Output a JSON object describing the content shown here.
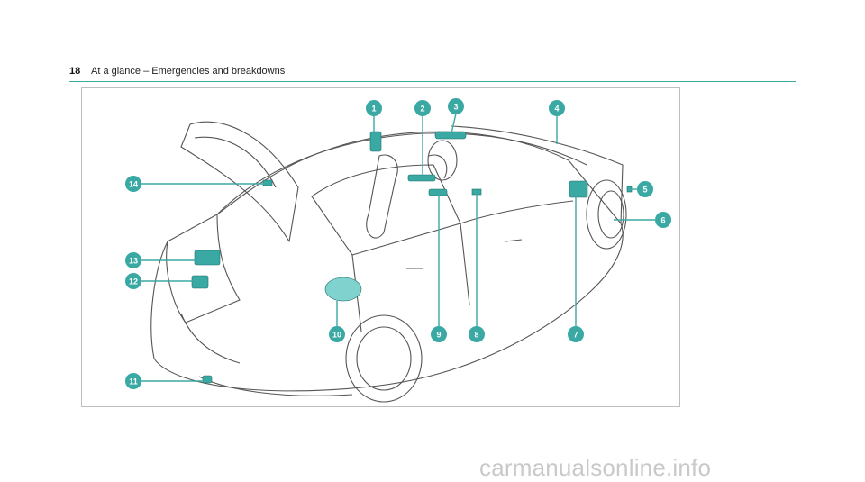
{
  "header": {
    "page_number": "18",
    "section_title": "At a glance – Emergencies and breakdowns"
  },
  "figure": {
    "accent_color": "#3aa9a4",
    "callouts": [
      "1",
      "2",
      "3",
      "4",
      "5",
      "6",
      "7",
      "8",
      "9",
      "10",
      "11",
      "12",
      "13",
      "14"
    ]
  },
  "watermark": {
    "text": "carmanualsonline.info"
  }
}
